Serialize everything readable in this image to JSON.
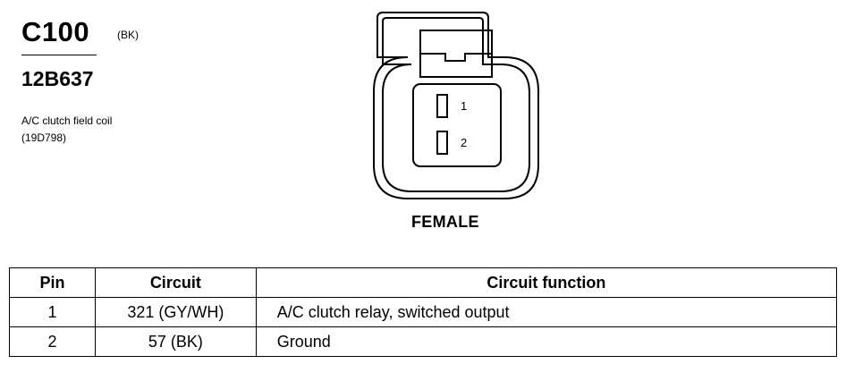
{
  "connector": {
    "id": "C100",
    "color": "(BK)",
    "part_number": "12B637",
    "description_lines": [
      "A/C clutch field coil",
      "(19D798)"
    ],
    "gender": "FEMALE",
    "pin_labels": [
      "1",
      "2"
    ]
  },
  "table": {
    "headers": {
      "pin": "Pin",
      "circuit": "Circuit",
      "function": "Circuit function"
    },
    "rows": [
      {
        "pin": "1",
        "circuit": "321 (GY/WH)",
        "function": "A/C clutch relay, switched output"
      },
      {
        "pin": "2",
        "circuit": "57 (BK)",
        "function": "Ground"
      }
    ]
  }
}
